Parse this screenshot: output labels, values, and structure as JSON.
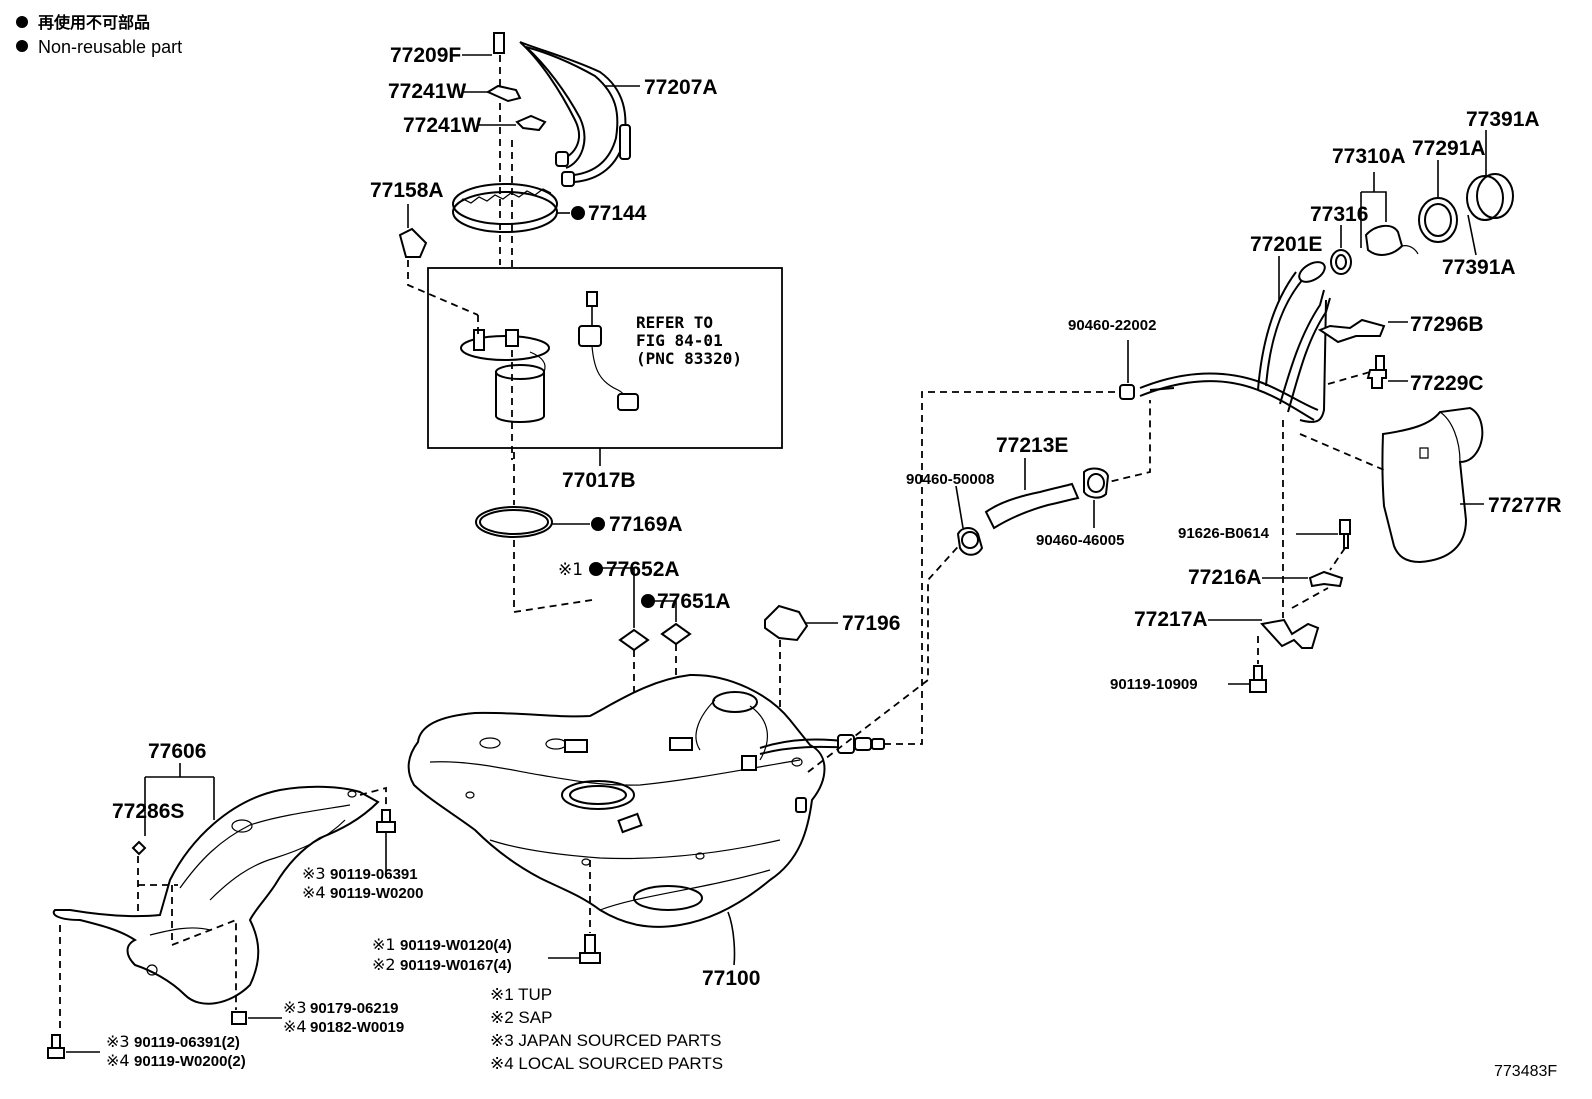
{
  "legend": {
    "line1": "再使用不可部品",
    "line2": "Non-reusable part"
  },
  "labels": {
    "p77209F": "77209F",
    "p77241W_a": "77241W",
    "p77241W_b": "77241W",
    "p77207A": "77207A",
    "p77158A": "77158A",
    "p77144": "77144",
    "refer1": "REFER TO",
    "refer2": "FIG 84-01",
    "refer3": "(PNC 83320)",
    "p77017B": "77017B",
    "p77169A": "77169A",
    "p77652A": "77652A",
    "p77652A_prefix": "※1",
    "p77651A": "77651A",
    "p77196": "77196",
    "p77100": "77100",
    "p77606": "77606",
    "p77286S": "77286S",
    "b06391_a": "90119-06391",
    "b06391_a_prefix": "※3",
    "bW0200_a": "90119-W0200",
    "bW0200_a_prefix": "※4",
    "bW0120": "90119-W0120(4)",
    "bW0120_prefix": "※1",
    "bW0167": "90119-W0167(4)",
    "bW0167_prefix": "※2",
    "b06219": "90179-06219",
    "b06219_prefix": "※3",
    "bW0019": "90182-W0019",
    "bW0019_prefix": "※4",
    "b06391_b": "90119-06391(2)",
    "b06391_b_prefix": "※3",
    "bW0200_b": "90119-W0200(2)",
    "bW0200_b_prefix": "※4",
    "p90460_22002": "90460-22002",
    "p77213E": "77213E",
    "p90460_50008": "90460-50008",
    "p90460_46005": "90460-46005",
    "p77310A": "77310A",
    "p77291A": "77291A",
    "p77391A_a": "77391A",
    "p77391A_b": "77391A",
    "p77316": "77316",
    "p77201E": "77201E",
    "p77296B": "77296B",
    "p77229C": "77229C",
    "p77277R": "77277R",
    "p91626": "91626-B0614",
    "p77216A": "77216A",
    "p77217A": "77217A",
    "p90119_10909": "90119-10909"
  },
  "notes": [
    "※1 TUP",
    "※2 SAP",
    "※3 JAPAN SOURCED PARTS",
    "※4 LOCAL SOURCED PARTS"
  ],
  "figure_id": "773483F"
}
